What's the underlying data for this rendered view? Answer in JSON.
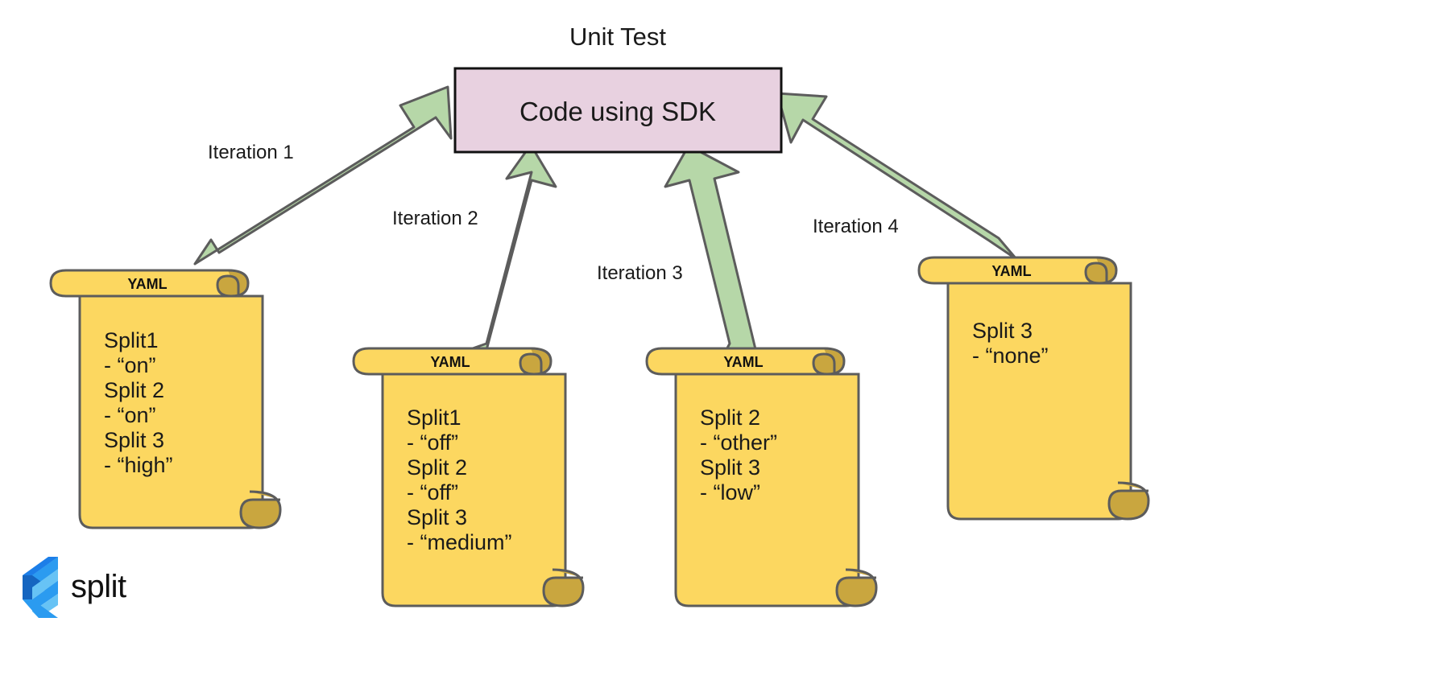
{
  "page": {
    "title": "Unit Test",
    "background_color": "#ffffff"
  },
  "colors": {
    "arrow_fill": "#b6d7a8",
    "arrow_stroke": "#5c5c5c",
    "box_fill": "#e8d1e0",
    "box_stroke": "#111111",
    "scroll_fill": "#fcd760",
    "scroll_stroke": "#5c5c5c",
    "scroll_curl": "#c9a63f",
    "text_color": "#1a1a1a",
    "logo_blue_dark": "#1c7ee8",
    "logo_blue_mid": "#2b9bf0",
    "logo_blue_light": "#67c3f5"
  },
  "center_box": {
    "label": "Code using SDK"
  },
  "arrows": [
    {
      "id": "iteration-1",
      "label": "Iteration 1"
    },
    {
      "id": "iteration-2",
      "label": "Iteration 2"
    },
    {
      "id": "iteration-3",
      "label": "Iteration 3"
    },
    {
      "id": "iteration-4",
      "label": "Iteration 4"
    }
  ],
  "scrolls": [
    {
      "id": "yaml-1",
      "header": "YAML",
      "lines": [
        "Split1",
        " - “on”",
        "Split 2",
        "- “on”",
        "Split 3",
        "- “high”"
      ]
    },
    {
      "id": "yaml-2",
      "header": "YAML",
      "lines": [
        "Split1",
        " - “off”",
        "Split 2",
        "- “off”",
        "Split 3",
        "- “medium”"
      ]
    },
    {
      "id": "yaml-3",
      "header": "YAML",
      "lines": [
        "Split 2",
        "- “other”",
        "Split 3",
        "- “low”"
      ]
    },
    {
      "id": "yaml-4",
      "header": "YAML",
      "lines": [
        "Split 3",
        "- “none”"
      ]
    }
  ],
  "logo": {
    "wordmark": "split",
    "icon_name": "split-chevron-logo"
  }
}
